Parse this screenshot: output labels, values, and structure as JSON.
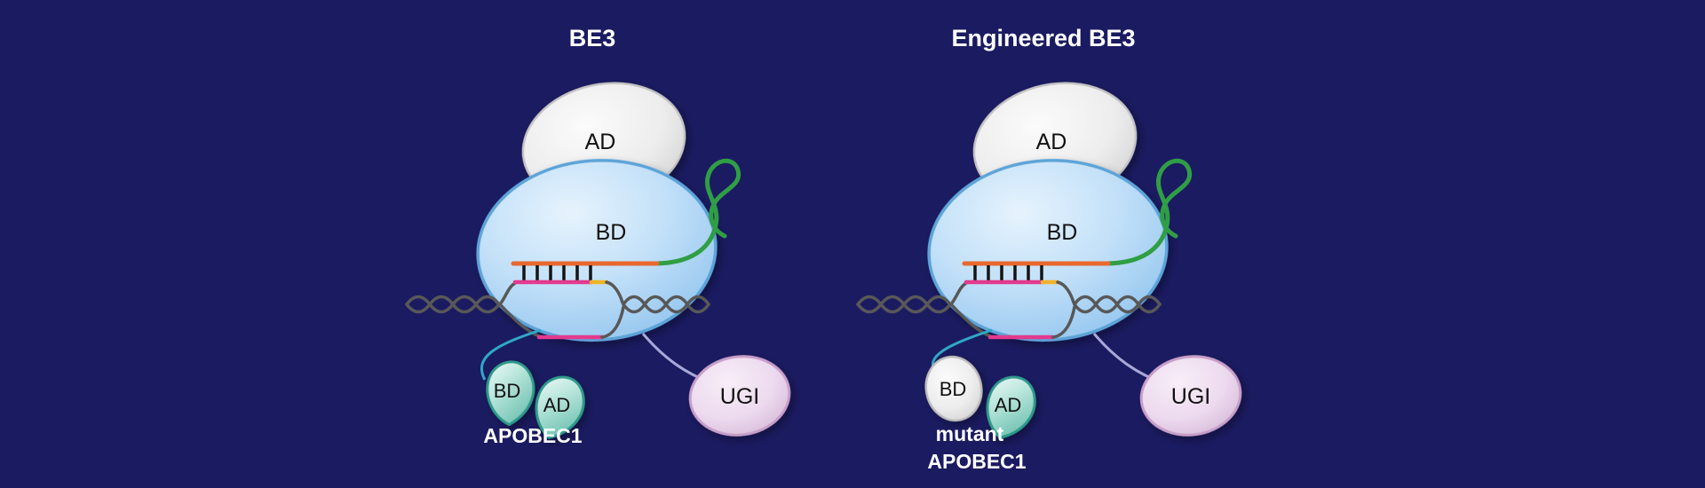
{
  "colors": {
    "background": "#1b1b62",
    "cas9_body": "#aad2f1",
    "cas9_outline": "#5da4d8",
    "ad_domain_gray": "#e9e9e9",
    "apobec_teal": "#8ed0c1",
    "apobec_outline": "#2f9a8a",
    "ugi_fill": "#e9d5ea",
    "ugi_outline": "#c79fc9",
    "sgrna_green": "#2f9e44",
    "spacer_orange": "#e8682e",
    "dna_pink": "#e23a8e",
    "pam_yellow": "#f0b429",
    "dna_gray": "#585858",
    "linker_cyan": "#2fa8c8",
    "linker_lavender": "#a9a9d9",
    "title_text": "#ffffff",
    "domain_text": "#111111"
  },
  "panels": [
    {
      "title": "BE3",
      "cas9_ad_label": "AD",
      "cas9_bd_label": "BD",
      "apobec_bd_label": "BD",
      "apobec_ad_label": "AD",
      "apobec_name": "APOBEC1",
      "ugi_label": "UGI"
    },
    {
      "title": "Engineered BE3",
      "cas9_ad_label": "AD",
      "cas9_bd_label": "BD",
      "apobec_bd_label": "BD",
      "apobec_ad_label": "AD",
      "apobec_name_line1": "mutant",
      "apobec_name_line2": "APOBEC1",
      "ugi_label": "UGI"
    }
  ]
}
